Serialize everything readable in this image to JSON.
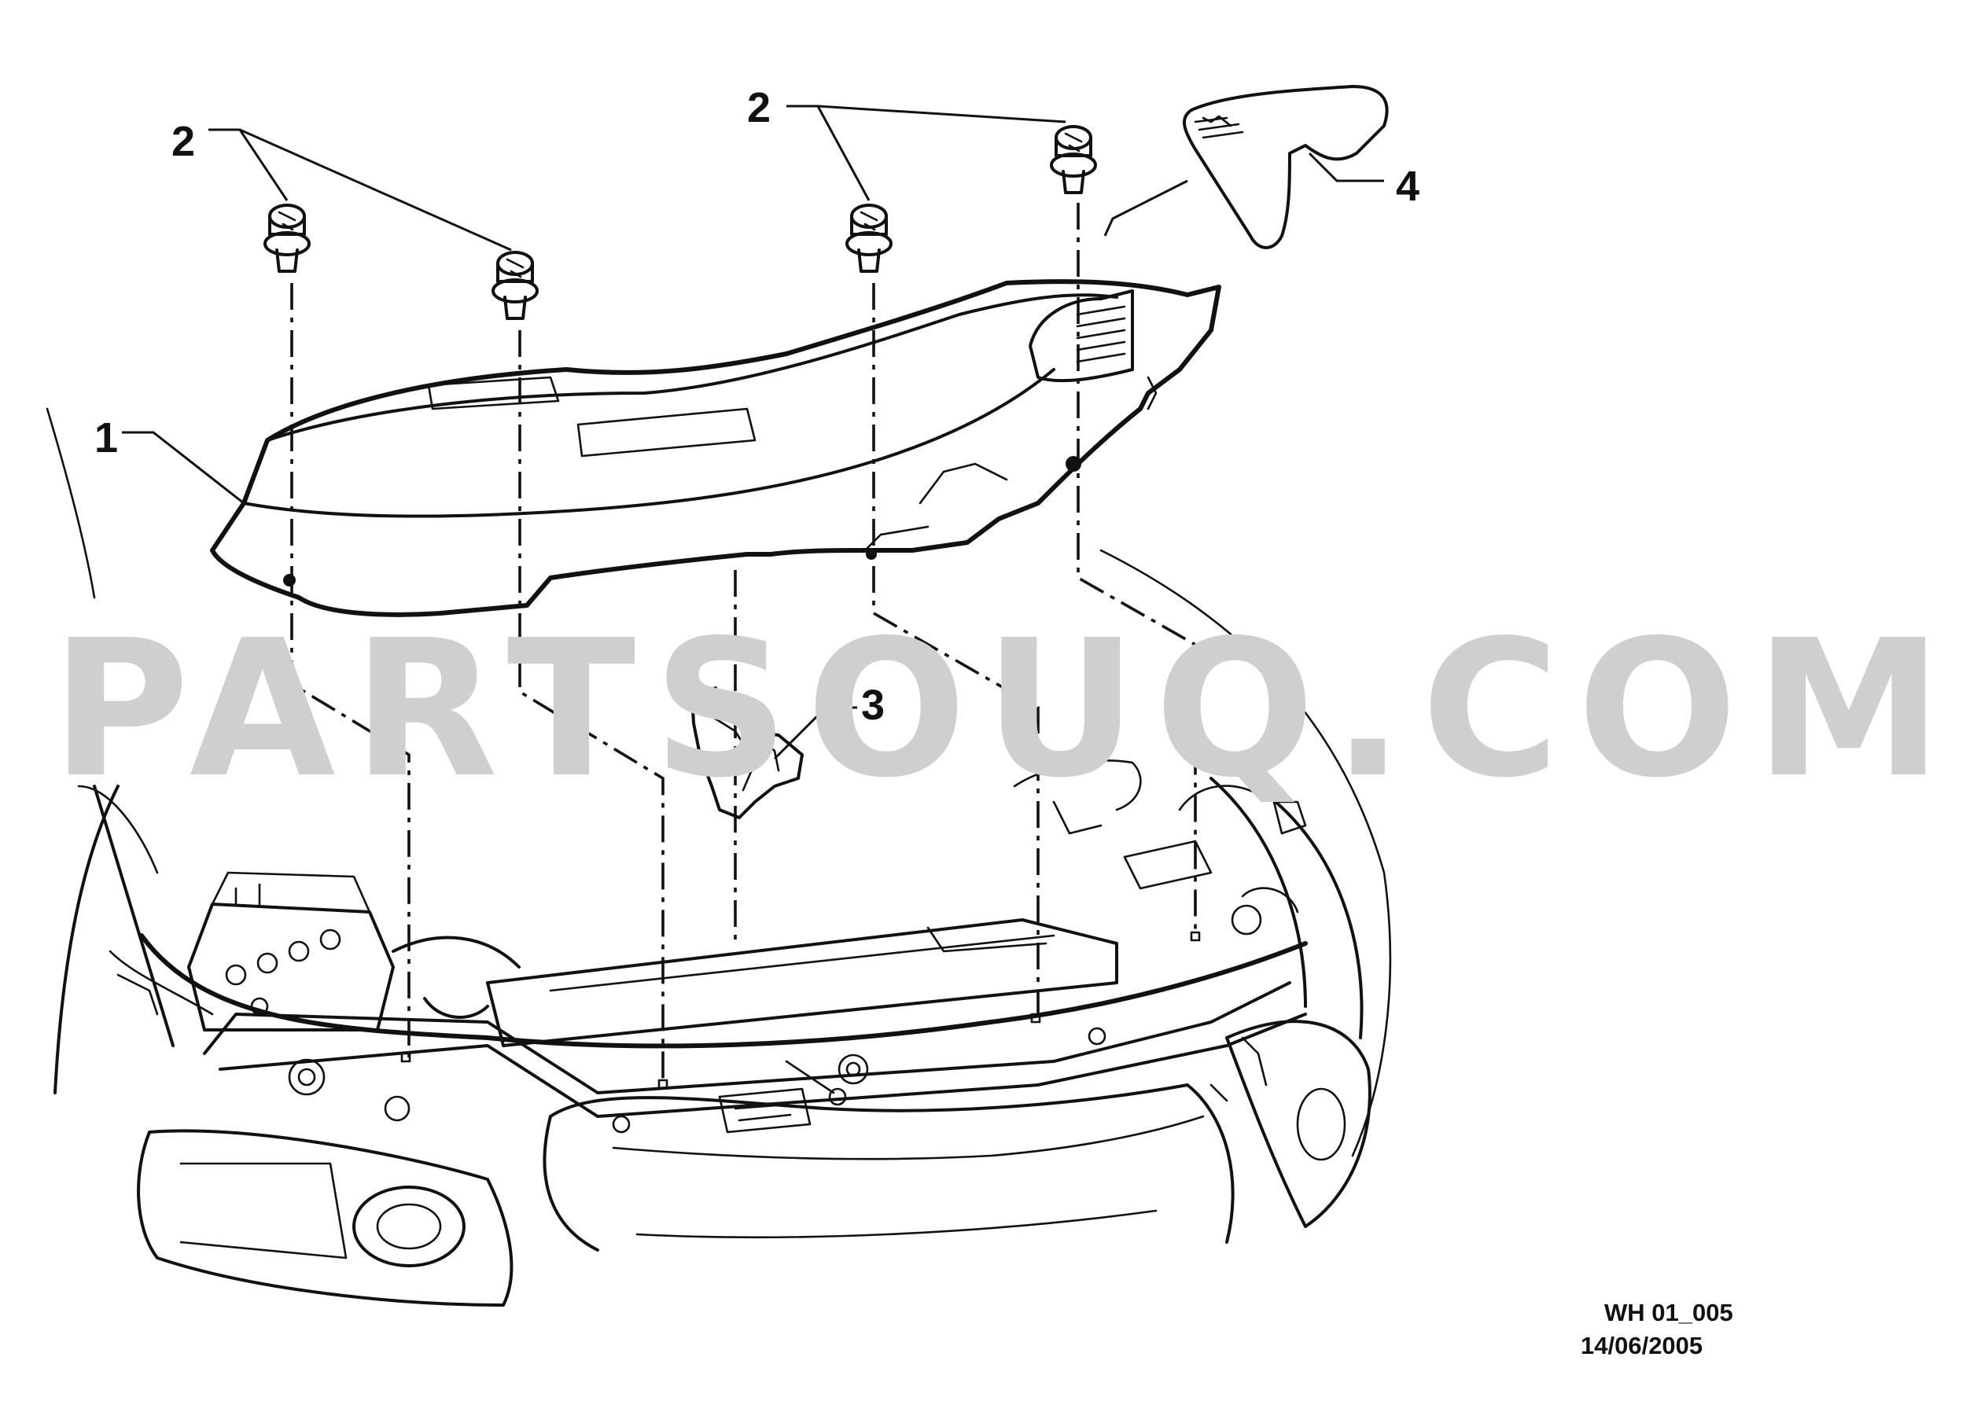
{
  "callouts": {
    "cover": "1",
    "clip_left": "2",
    "clip_right": "2",
    "bracket": "3",
    "label_plate": "4"
  },
  "watermark": "PARTSOUQ.COM",
  "drawing": {
    "code": "WH 01_005",
    "date": "14/06/2005"
  },
  "colors": {
    "ink": "#111111",
    "watermark": "#cfcfcf",
    "background": "#ffffff"
  }
}
